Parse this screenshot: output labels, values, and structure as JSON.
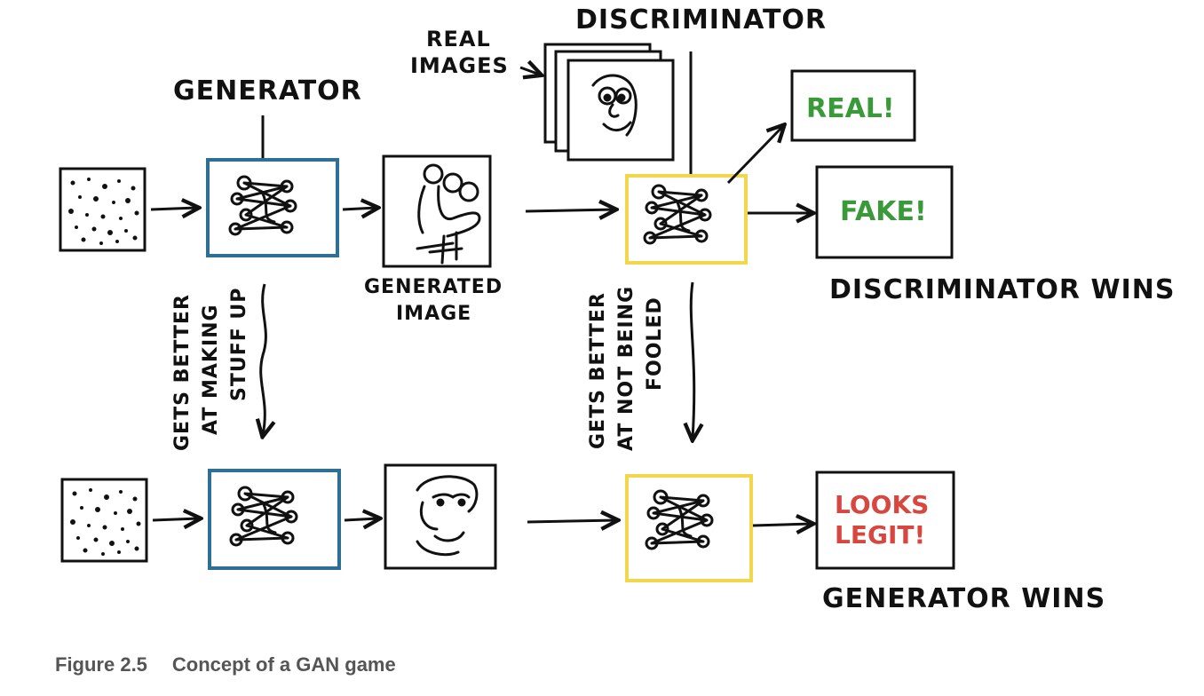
{
  "labels": {
    "generator": "GENERATOR",
    "discriminator": "DISCRIMINATOR",
    "real_images_line1": "REAL",
    "real_images_line2": "IMAGES",
    "generated_image_line1": "GENERATED",
    "generated_image_line2": "IMAGE",
    "discriminator_wins": "DISCRIMINATOR WINS",
    "generator_wins": "GENERATOR WINS",
    "gen_improves_line1": "GETS BETTER",
    "gen_improves_line2": "AT MAKING",
    "gen_improves_line3": "STUFF UP",
    "disc_improves_line1": "GETS BETTER",
    "disc_improves_line2": "AT NOT BEING",
    "disc_improves_line3": "FOOLED"
  },
  "outputs": {
    "real": "REAL!",
    "fake": "FAKE!",
    "looks_line1": "LOOKS",
    "looks_line2": "LEGIT!"
  },
  "caption": {
    "number": "Figure 2.5",
    "title": "Concept of a GAN game"
  },
  "colors": {
    "generator_box": "#2e6f96",
    "discriminator_box": "#f2d64b",
    "real_text": "#3a9a3a",
    "fake_text": "#3a9a3a",
    "legit_text": "#d8473f",
    "ink": "#111111",
    "caption": "#555555"
  },
  "icons": [
    "noise-icon",
    "network-icon",
    "face-sketch-icon",
    "arrow-icon"
  ]
}
